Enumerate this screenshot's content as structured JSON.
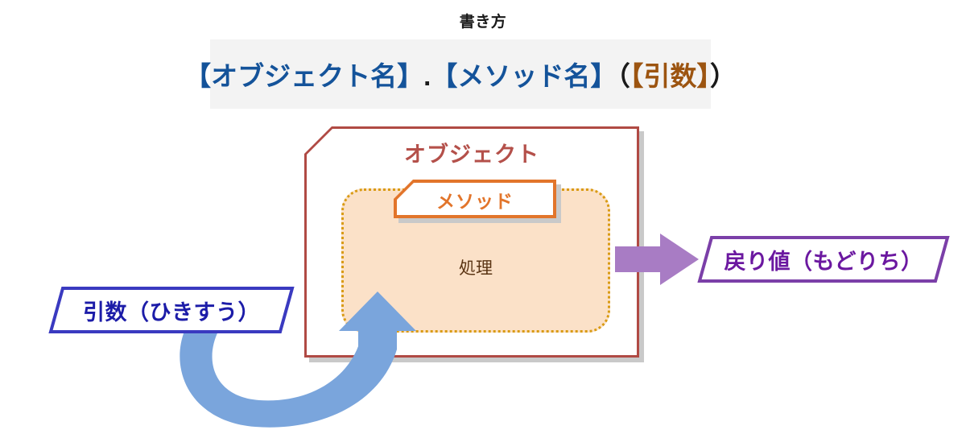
{
  "diagram": {
    "title": "書き方",
    "syntax": {
      "object_name": "【オブジェクト名】",
      "dot": ".",
      "method_name": "【メソッド名】",
      "paren_open": "（",
      "argument": "【引数】",
      "paren_close": "）"
    },
    "object_box": {
      "label": "オブジェクト",
      "border_color": "#b4504a",
      "text_color": "#b4504a"
    },
    "method_box": {
      "label": "メソッド",
      "border_color": "#e2752b",
      "text_color": "#e2752b"
    },
    "process_region": {
      "label": "処理",
      "fill_color": "#fbe1c8",
      "border_color": "#d99b14",
      "text_color": "#5a3413"
    },
    "argument_callout": {
      "label": "引数（ひきすう）",
      "border_color": "#3a3ac0",
      "text_color": "#1c1ca8"
    },
    "return_callout": {
      "label": "戻り値（もどりち）",
      "border_color": "#7b3fa8",
      "text_color": "#6b18a0"
    },
    "arrows": {
      "argument_arrow": {
        "name": "curved-up-arrow",
        "color": "#7aa5dc",
        "direction": "into-process"
      },
      "return_arrow": {
        "name": "right-arrow",
        "color": "#a87cc4",
        "direction": "out-of-object"
      }
    },
    "colors": {
      "syntax_blue": "#14539a",
      "syntax_brown": "#9c5410",
      "panel_bg": "#f3f3f3"
    }
  }
}
